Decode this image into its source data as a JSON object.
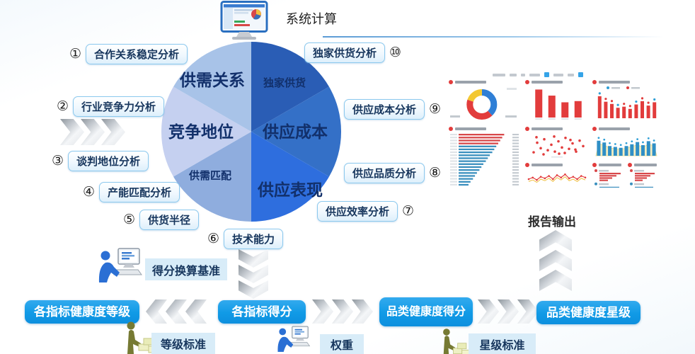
{
  "header": {
    "system_calc": "系统计算",
    "report_output": "报告输出"
  },
  "pie": {
    "segments": [
      {
        "name": "独家供货",
        "color": "#2a5db5"
      },
      {
        "name": "供应成本",
        "color": "#3470c7"
      },
      {
        "name": "供应表现",
        "color": "#2e6ede"
      },
      {
        "name": "供需匹配",
        "color": "#8fadde"
      },
      {
        "name": "竞争地位",
        "color": "#c5d0f0"
      },
      {
        "name": "供需关系",
        "color": "#a8c3e8"
      }
    ]
  },
  "factors": [
    {
      "num": "①",
      "label": "合作关系稳定分析"
    },
    {
      "num": "②",
      "label": "行业竞争力分析"
    },
    {
      "num": "③",
      "label": "谈判地位分析"
    },
    {
      "num": "④",
      "label": "产能匹配分析"
    },
    {
      "num": "⑤",
      "label": "供货半径"
    },
    {
      "num": "⑥",
      "label": "技术能力"
    },
    {
      "num": "⑦",
      "label": "供应效率分析"
    },
    {
      "num": "⑧",
      "label": "供应品质分析"
    },
    {
      "num": "⑨",
      "label": "供应成本分析"
    },
    {
      "num": "⑩",
      "label": "独家供货分析"
    }
  ],
  "flow": {
    "score_basis": "得分换算基准",
    "buttons": [
      {
        "label": "各指标健康度等级"
      },
      {
        "label": "各指标得分"
      },
      {
        "label": "品类健康度得分"
      },
      {
        "label": "品类健康度星级"
      }
    ],
    "standards": [
      {
        "label": "等级标准"
      },
      {
        "label": "权重"
      },
      {
        "label": "星级标准"
      }
    ]
  },
  "colors": {
    "accent_blue": "#169ce8",
    "navy_text": "#17365d",
    "chip_bg": "#d8ecf8",
    "box_border": "#8cc9ee",
    "dashboard_red": "#e23c3c",
    "dashboard_blue": "#2f8fc6"
  },
  "dashboard": {
    "panels": [
      {
        "type": "donut",
        "slices": [
          {
            "v": 38,
            "c": "#2f7fd6"
          },
          {
            "v": 42,
            "c": "#e23c3c"
          },
          {
            "v": 20,
            "c": "#f3c832"
          }
        ]
      },
      {
        "type": "vbars",
        "color": "#e23c3c",
        "values": [
          46,
          36,
          25,
          27
        ]
      },
      {
        "type": "vbars_dots",
        "color": "#e23c3c",
        "values": [
          40,
          30,
          26,
          19,
          21,
          17,
          25,
          31,
          23,
          29
        ]
      },
      {
        "type": "funnel",
        "red": [
          92,
          88,
          84,
          80
        ],
        "blue": [
          76,
          72,
          68,
          63,
          59,
          55,
          50,
          46,
          42,
          37,
          33,
          29,
          24,
          20
        ]
      },
      {
        "type": "scatter",
        "color": "#e23c3c",
        "points": [
          [
            8,
            28
          ],
          [
            13,
            14
          ],
          [
            18,
            22
          ],
          [
            23,
            9
          ],
          [
            28,
            25
          ],
          [
            33,
            17
          ],
          [
            38,
            27
          ],
          [
            43,
            12
          ],
          [
            48,
            21
          ],
          [
            53,
            7
          ],
          [
            58,
            23
          ],
          [
            63,
            15
          ],
          [
            68,
            27
          ],
          [
            73,
            11
          ],
          [
            78,
            19
          ],
          [
            22,
            31
          ],
          [
            37,
            5
          ],
          [
            52,
            29
          ],
          [
            67,
            24
          ],
          [
            12,
            6
          ],
          [
            44,
            30
          ],
          [
            60,
            10
          ]
        ]
      },
      {
        "type": "vbars_area",
        "bar_color": "#2f8fc6",
        "area_color": "#f5edc0",
        "values": [
          34,
          30,
          22,
          20,
          18,
          22,
          26,
          31,
          24,
          33,
          28
        ]
      },
      {
        "type": "line",
        "color": "#e23c3c",
        "color2": "#f0c040",
        "values": [
          16,
          20,
          14,
          22,
          18,
          24,
          16,
          26,
          20,
          28,
          18,
          22,
          16,
          24,
          20
        ]
      },
      {
        "type": "mini",
        "red": [
          30,
          24,
          18,
          12
        ],
        "blue": [
          28,
          22,
          16,
          10
        ]
      },
      {
        "type": "mini",
        "red": [
          28,
          22,
          17,
          11
        ],
        "blue": [
          26,
          20,
          15,
          9
        ]
      }
    ]
  }
}
